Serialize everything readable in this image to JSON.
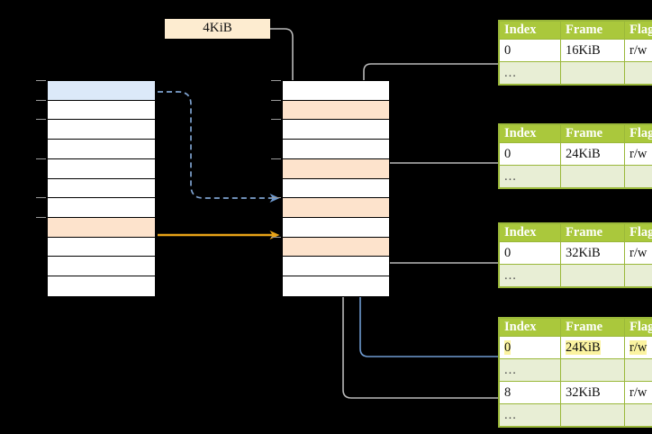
{
  "diagram": {
    "title": "",
    "size_label": {
      "text": "4KiB"
    },
    "colors": {
      "header_green": "#aac83c",
      "alt_row_green": "#e8eed5",
      "peach": "#fde3cc",
      "blue": "#dce9f9",
      "highlight_yellow": "#fbf3a0",
      "orange_arrow": "#e8a317",
      "blue_arrow": "#6f9bd1",
      "gray_arrow": "#b9b9b9",
      "size_label_bg": "#fdecd0"
    },
    "virtual_column": {
      "name": "virtual-address-space",
      "row_count": 11,
      "rows": [
        {
          "fill": "blue"
        },
        {
          "fill": "white"
        },
        {
          "fill": "white"
        },
        {
          "fill": "white"
        },
        {
          "fill": "white"
        },
        {
          "fill": "white"
        },
        {
          "fill": "white"
        },
        {
          "fill": "peach"
        },
        {
          "fill": "white"
        },
        {
          "fill": "white"
        },
        {
          "fill": "white"
        }
      ]
    },
    "physical_column": {
      "name": "physical-address-space",
      "row_count": 11,
      "rows": [
        {
          "fill": "white"
        },
        {
          "fill": "peach"
        },
        {
          "fill": "white"
        },
        {
          "fill": "white"
        },
        {
          "fill": "peach"
        },
        {
          "fill": "white"
        },
        {
          "fill": "peach"
        },
        {
          "fill": "white"
        },
        {
          "fill": "peach"
        },
        {
          "fill": "white"
        },
        {
          "fill": "white"
        }
      ]
    },
    "page_tables": [
      {
        "name": "page-table-level-1",
        "headers": [
          "Index",
          "Frame",
          "Flags"
        ],
        "rows": [
          {
            "cells": [
              "0",
              "16KiB",
              "r/w"
            ],
            "style": "normal",
            "highlight": []
          },
          {
            "cells": [
              "...",
              "",
              ""
            ],
            "style": "alt",
            "highlight": []
          }
        ]
      },
      {
        "name": "page-table-level-2",
        "headers": [
          "Index",
          "Frame",
          "Flags"
        ],
        "rows": [
          {
            "cells": [
              "0",
              "24KiB",
              "r/w"
            ],
            "style": "normal",
            "highlight": []
          },
          {
            "cells": [
              "...",
              "",
              ""
            ],
            "style": "alt",
            "highlight": []
          }
        ]
      },
      {
        "name": "page-table-level-3",
        "headers": [
          "Index",
          "Frame",
          "Flags"
        ],
        "rows": [
          {
            "cells": [
              "0",
              "32KiB",
              "r/w"
            ],
            "style": "normal",
            "highlight": []
          },
          {
            "cells": [
              "...",
              "",
              ""
            ],
            "style": "alt",
            "highlight": []
          }
        ]
      },
      {
        "name": "page-table-level-4",
        "headers": [
          "Index",
          "Frame",
          "Flags"
        ],
        "rows": [
          {
            "cells": [
              "0",
              "24KiB",
              "r/w"
            ],
            "style": "normal",
            "highlight": [
              0,
              1,
              2
            ]
          },
          {
            "cells": [
              "...",
              "",
              ""
            ],
            "style": "alt",
            "highlight": []
          },
          {
            "cells": [
              "8",
              "32KiB",
              "r/w"
            ],
            "style": "normal",
            "highlight": []
          },
          {
            "cells": [
              "...",
              "",
              ""
            ],
            "style": "alt",
            "highlight": []
          }
        ]
      }
    ]
  }
}
